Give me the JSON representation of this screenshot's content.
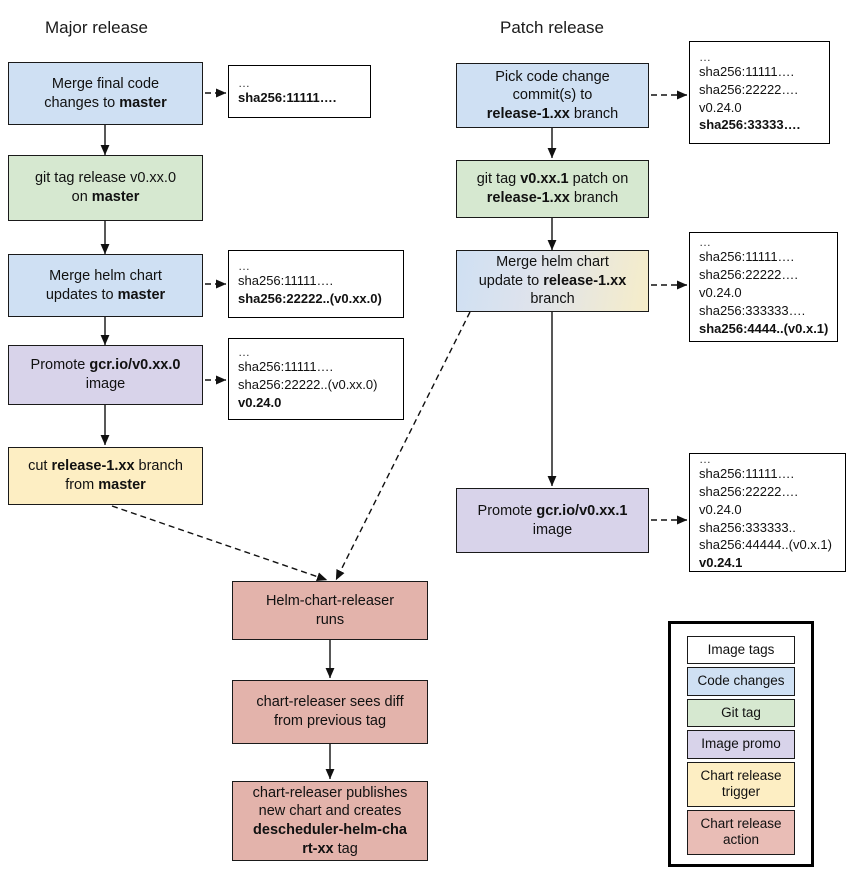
{
  "columns": {
    "major_title": "Major release",
    "patch_title": "Patch release"
  },
  "major_flow": [
    {
      "id": "merge-final-code",
      "kind": "code-changes",
      "lines": [
        [
          {
            "t": "Merge final code",
            "b": false
          }
        ],
        [
          {
            "t": "changes to ",
            "b": false
          },
          {
            "t": "master",
            "b": true
          }
        ]
      ]
    },
    {
      "id": "git-tag-release",
      "kind": "git-tag",
      "lines": [
        [
          {
            "t": "git tag release v0.xx.0",
            "b": false
          }
        ],
        [
          {
            "t": "on ",
            "b": false
          },
          {
            "t": "master",
            "b": true
          }
        ]
      ]
    },
    {
      "id": "merge-helm-chart-master",
      "kind": "code-changes",
      "lines": [
        [
          {
            "t": "Merge helm chart",
            "b": false
          }
        ],
        [
          {
            "t": "updates to ",
            "b": false
          },
          {
            "t": "master",
            "b": true
          }
        ]
      ]
    },
    {
      "id": "promote-image-major",
      "kind": "image-promo",
      "lines": [
        [
          {
            "t": "Promote ",
            "b": false
          },
          {
            "t": "gcr.io/v0.xx.0",
            "b": true
          }
        ],
        [
          {
            "t": "image",
            "b": false
          }
        ]
      ]
    },
    {
      "id": "cut-release-branch",
      "kind": "chart-release-trigger",
      "lines": [
        [
          {
            "t": "cut ",
            "b": false
          },
          {
            "t": "release-1.xx",
            "b": true
          },
          {
            "t": " branch",
            "b": false
          }
        ],
        [
          {
            "t": "from ",
            "b": false
          },
          {
            "t": "master",
            "b": true
          }
        ]
      ]
    }
  ],
  "patch_flow": [
    {
      "id": "pick-code-change",
      "kind": "code-changes",
      "lines": [
        [
          {
            "t": "Pick code change",
            "b": false
          }
        ],
        [
          {
            "t": "commit(s) to",
            "b": false
          }
        ],
        [
          {
            "t": "release-1.xx",
            "b": true
          },
          {
            "t": " branch",
            "b": false
          }
        ]
      ]
    },
    {
      "id": "git-tag-patch",
      "kind": "git-tag",
      "lines": [
        [
          {
            "t": "git tag ",
            "b": false
          },
          {
            "t": "v0.xx.1",
            "b": true
          },
          {
            "t": " patch on",
            "b": false
          }
        ],
        [
          {
            "t": "release-1.xx",
            "b": true
          },
          {
            "t": " branch",
            "b": false
          }
        ]
      ]
    },
    {
      "id": "merge-helm-chart-release-branch",
      "kind": "gradient",
      "lines": [
        [
          {
            "t": "Merge helm chart",
            "b": false
          }
        ],
        [
          {
            "t": "update to ",
            "b": false
          },
          {
            "t": "release-1.xx",
            "b": true
          }
        ],
        [
          {
            "t": "branch",
            "b": false
          }
        ]
      ]
    },
    {
      "id": "promote-image-patch",
      "kind": "image-promo",
      "lines": [
        [
          {
            "t": "Promote ",
            "b": false
          },
          {
            "t": "gcr.io/v0.xx.1",
            "b": true
          }
        ],
        [
          {
            "t": "image",
            "b": false
          }
        ]
      ]
    }
  ],
  "chart_releaser_flow": [
    {
      "id": "helm-chart-releaser-runs",
      "kind": "chart-release-action",
      "lines": [
        [
          {
            "t": "Helm-chart-releaser",
            "b": false
          }
        ],
        [
          {
            "t": "runs",
            "b": false
          }
        ]
      ]
    },
    {
      "id": "chart-releaser-sees-diff",
      "kind": "chart-release-action",
      "lines": [
        [
          {
            "t": "chart-releaser sees diff",
            "b": false
          }
        ],
        [
          {
            "t": "from previous tag",
            "b": false
          }
        ]
      ]
    },
    {
      "id": "chart-releaser-publishes",
      "kind": "chart-release-action",
      "lines": [
        [
          {
            "t": "chart-releaser publishes",
            "b": false
          }
        ],
        [
          {
            "t": "new chart and creates",
            "b": false
          }
        ],
        [
          {
            "t": "descheduler-helm-cha",
            "b": true
          }
        ],
        [
          {
            "t": "rt-xx",
            "b": true
          },
          {
            "t": " tag",
            "b": false
          }
        ]
      ]
    }
  ],
  "image_tag_boxes": [
    {
      "id": "tags-after-merge-final-code",
      "lines": [
        {
          "t": "…",
          "b": false,
          "dots": true
        },
        {
          "t": "sha256:11111….",
          "b": true
        }
      ]
    },
    {
      "id": "tags-after-merge-helm-master",
      "lines": [
        {
          "t": "…",
          "b": false,
          "dots": true
        },
        {
          "t": "sha256:11111….",
          "b": false
        },
        {
          "t": "sha256:22222..(v0.xx.0)",
          "b": true
        }
      ]
    },
    {
      "id": "tags-after-promote-major",
      "lines": [
        {
          "t": "…",
          "b": false,
          "dots": true
        },
        {
          "t": "sha256:11111….",
          "b": false
        },
        {
          "t": "sha256:22222..(v0.xx.0)",
          "b": false
        },
        {
          "t": "v0.24.0",
          "b": true
        }
      ]
    },
    {
      "id": "tags-after-pick-code-change",
      "lines": [
        {
          "t": "…",
          "b": false,
          "dots": true
        },
        {
          "t": "sha256:11111….",
          "b": false
        },
        {
          "t": "sha256:22222….",
          "b": false
        },
        {
          "t": "v0.24.0",
          "b": false
        },
        {
          "t": "sha256:33333….",
          "b": true
        }
      ]
    },
    {
      "id": "tags-after-merge-helm-release-branch",
      "lines": [
        {
          "t": "…",
          "b": false,
          "dots": true
        },
        {
          "t": "sha256:11111….",
          "b": false
        },
        {
          "t": "sha256:22222….",
          "b": false
        },
        {
          "t": "v0.24.0",
          "b": false
        },
        {
          "t": "sha256:333333….",
          "b": false
        },
        {
          "t": "sha256:4444..(v0.x.1)",
          "b": true
        }
      ]
    },
    {
      "id": "tags-after-promote-patch",
      "lines": [
        {
          "t": "…",
          "b": false,
          "dots": true
        },
        {
          "t": "sha256:11111….",
          "b": false
        },
        {
          "t": "sha256:22222….",
          "b": false
        },
        {
          "t": "v0.24.0",
          "b": false
        },
        {
          "t": "sha256:333333..",
          "b": false
        },
        {
          "t": "sha256:44444..(v0.x.1)",
          "b": false
        },
        {
          "t": "v0.24.1",
          "b": true
        }
      ]
    }
  ],
  "legend": {
    "items": [
      {
        "id": "image-tags",
        "label": "Image tags",
        "color": "#ffffff"
      },
      {
        "id": "code-changes",
        "label": "Code changes",
        "color": "#cfe0f3"
      },
      {
        "id": "git-tag",
        "label": "Git tag",
        "color": "#d6e8d0"
      },
      {
        "id": "image-promo",
        "label": "Image promo",
        "color": "#d8d3ea"
      },
      {
        "id": "chart-release-trigger",
        "label": "Chart release trigger",
        "color": "#fdeec3"
      },
      {
        "id": "chart-release-action",
        "label": "Chart release action",
        "color": "#e9bdb6"
      }
    ]
  },
  "colors": {
    "code_changes": "#cfe0f3",
    "git_tag": "#d6e8d0",
    "image_promo": "#d8d3ea",
    "chart_release_trigger": "#fdeec3",
    "chart_release_action": "#e3b3ab",
    "stroke": "#1a1a1a",
    "background": "#ffffff"
  }
}
